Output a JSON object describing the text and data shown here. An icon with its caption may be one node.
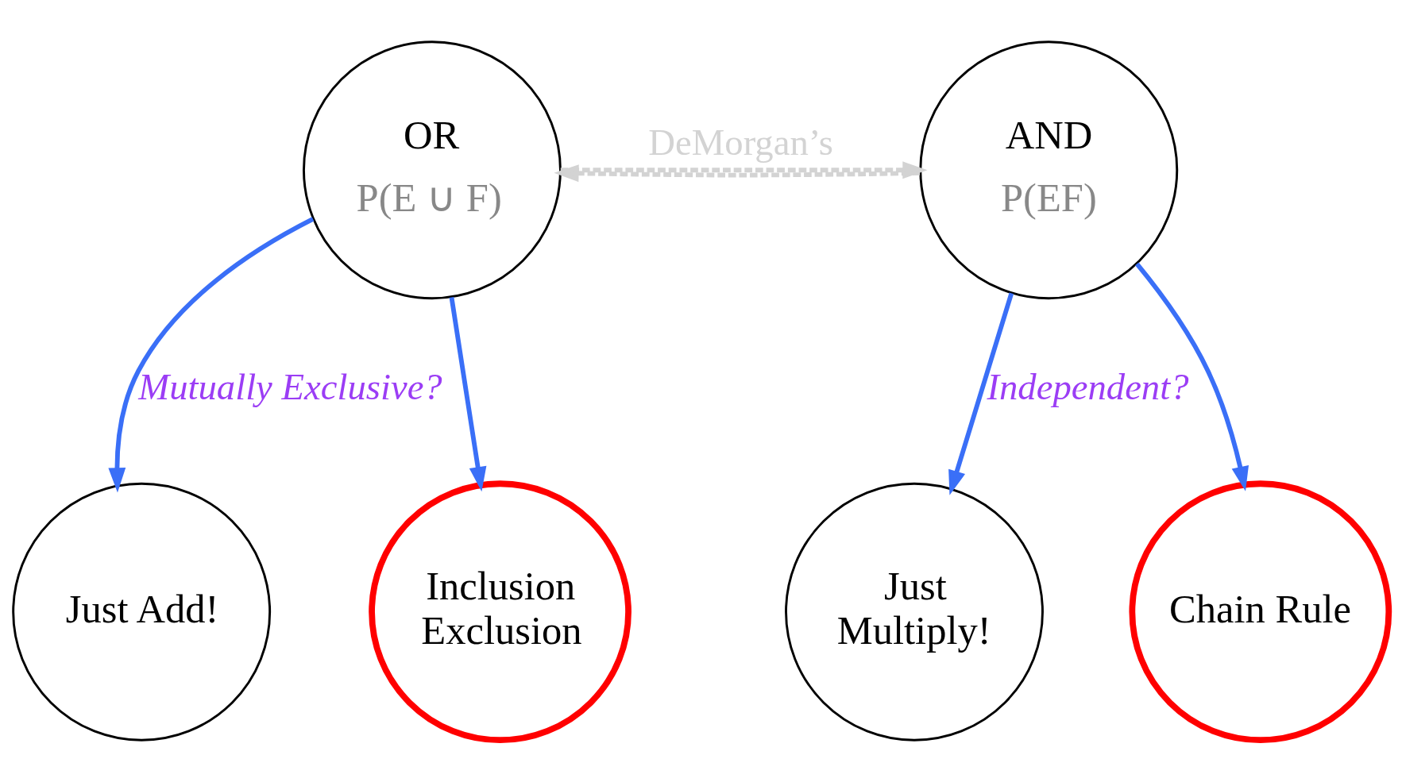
{
  "diagram": {
    "nodes": [
      {
        "text": [
          "OR",
          "P(E ∪ F)"
        ]
      },
      {
        "text": [
          "AND",
          "P(EF)"
        ]
      },
      {
        "text": [
          "Just Add!"
        ]
      },
      {
        "text": [
          "Inclusion Exclusion"
        ]
      },
      {
        "text": [
          "Just Multiply!"
        ]
      },
      {
        "text": [
          "Chain Rule"
        ]
      }
    ],
    "edges": [
      {
        "from": 0,
        "to": 1,
        "arrow": "to",
        "label": "DeMorgan’s",
        "style": "dashed",
        "color": "#d3d3d3"
      },
      {
        "from": 1,
        "to": 0,
        "arrow": "to",
        "style": "dashed",
        "color": "#d3d3d3"
      },
      {
        "from": 0,
        "to": 2,
        "arrow": "to",
        "label": "Mutually Exclusive?"
      },
      {
        "from": 0,
        "to": 3,
        "arrow": "to"
      },
      {
        "from": 1,
        "to": 4,
        "arrow": "to",
        "label": "Independent?"
      },
      {
        "from": 1,
        "to": 5,
        "arrow": "to"
      }
    ]
  }
}
